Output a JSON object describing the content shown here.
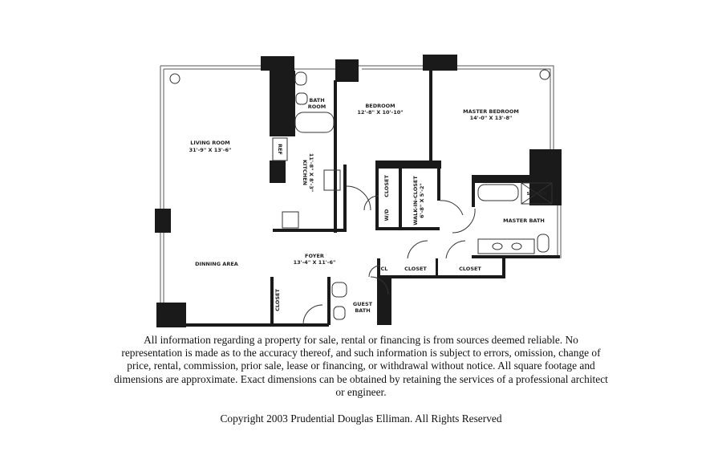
{
  "rooms": {
    "living": {
      "name": "LIVING ROOM",
      "dim": "31'-9\" X 13'-6\""
    },
    "dining": {
      "name": "DINNING AREA"
    },
    "kitchen": {
      "name": "KITCHEN",
      "dim": "11'-8\" X 8'-3\""
    },
    "ref": {
      "name": "REF"
    },
    "bath": {
      "name1": "BATH",
      "name2": "ROOM"
    },
    "bedroom": {
      "name": "BEDROOM",
      "dim": "12'-8\" X 10'-10\""
    },
    "master": {
      "name": "MASTER BEDROOM",
      "dim": "14'-0\" X 13'-8\""
    },
    "master_bath": {
      "name": "MASTER BATH"
    },
    "shower": {
      "name": "SHOWER"
    },
    "walkin": {
      "name": "WALK-IN-CLOSET",
      "dim": "6'-8\" X 5'-2\""
    },
    "closet": {
      "name": "CLOSET"
    },
    "wd": {
      "name": "W/D"
    },
    "cl": {
      "name": "CL"
    },
    "foyer": {
      "name": "FOYER",
      "dim": "13'-4\" X 11'-6\""
    },
    "guest": {
      "name1": "GUEST",
      "name2": "BATH"
    }
  },
  "disclaimer": "All information regarding a property for sale, rental or financing is from sources deemed reliable. No representation is made as to the accuracy thereof, and such information is subject to errors, omission, change of price, rental, commission, prior sale, lease or financing, or withdrawal without notice. All square footage and dimensions are approximate. Exact dimensions can be obtained by retaining the services of a professional architect or engineer.",
  "copyright": "Copyright 2003 Prudential Douglas Elliman. All Rights Reserved"
}
